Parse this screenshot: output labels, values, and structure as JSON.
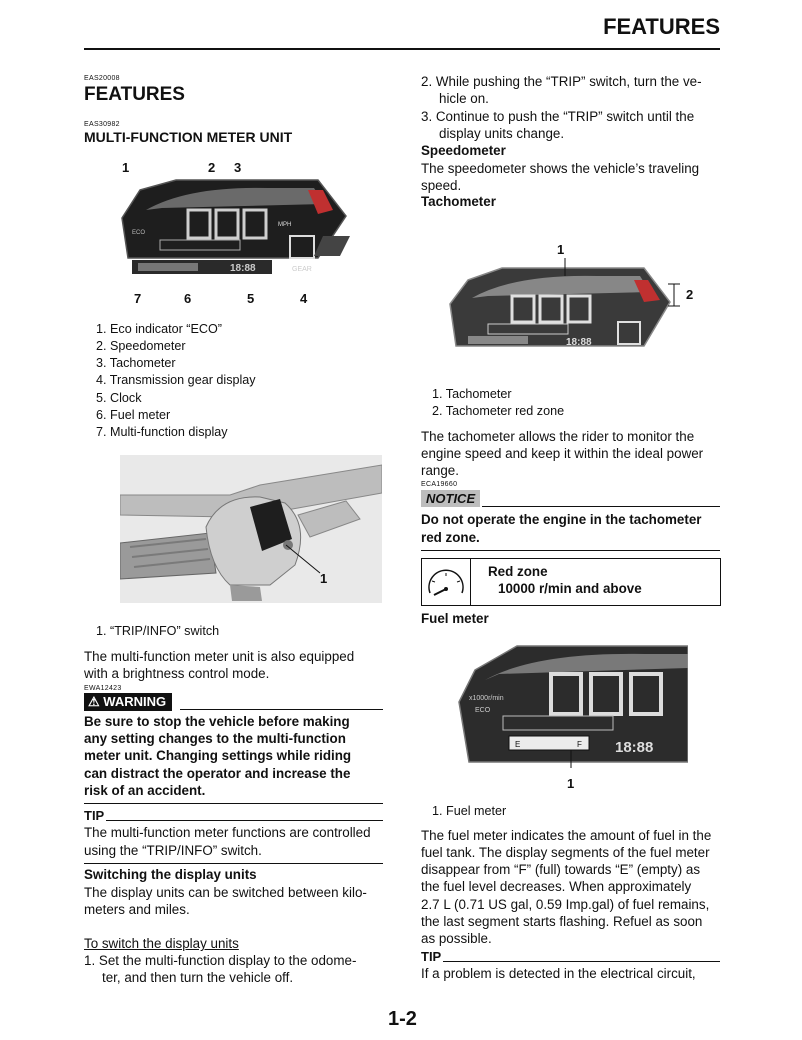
{
  "header": {
    "title": "FEATURES"
  },
  "left": {
    "code1": "EAS20008",
    "title": "FEATURES",
    "code2": "EAS30982",
    "subtitle": "MULTI-FUNCTION METER UNIT",
    "fig1_labels": [
      "1",
      "2",
      "3",
      "7",
      "6",
      "5",
      "4"
    ],
    "legend1": [
      "1.  Eco indicator “ECO”",
      "2.  Speedometer",
      "3.  Tachometer",
      "4.  Transmission gear display",
      "5.  Clock",
      "6.  Fuel meter",
      "7.  Multi-function display"
    ],
    "fig2_label": "1",
    "legend2": "1.  “TRIP/INFO” switch",
    "para1_l1": "The multi-function meter unit is also equipped",
    "para1_l2": "with a brightness control mode.",
    "code3": "EWA12423",
    "warning_label": "WARNING",
    "warning_lines": [
      "Be sure to stop the vehicle before making",
      "any setting changes to the multi-function",
      "meter unit. Changing settings while riding",
      "can distract the operator and increase the",
      "risk of an accident."
    ],
    "tip_label": "TIP",
    "tip_lines": [
      "The multi-function meter functions are controlled",
      "using the “TRIP/INFO” switch."
    ],
    "switching_heading": "Switching the display units",
    "switching_lines": [
      "The display units can be switched between kilo-",
      "meters and miles."
    ],
    "to_switch_heading": "To switch the display units",
    "step1_l1": "1.  Set the multi-function display to the odome-",
    "step1_l2": "ter, and then turn the vehicle off."
  },
  "right": {
    "step2_l1": "2.  While pushing the “TRIP” switch, turn the ve-",
    "step2_l2": "hicle on.",
    "step3_l1": "3.  Continue to push the “TRIP” switch until the",
    "step3_l2": "display units change.",
    "speedometer_heading": "Speedometer",
    "speedometer_lines": [
      "The speedometer shows the vehicle’s traveling",
      "speed."
    ],
    "tachometer_heading": "Tachometer",
    "fig3_labels": [
      "1",
      "2"
    ],
    "legend3": [
      "1.  Tachometer",
      "2.  Tachometer red zone"
    ],
    "tach_lines": [
      "The tachometer allows the rider to monitor the",
      "engine speed and keep it within the ideal power",
      "range."
    ],
    "code4": "ECA19660",
    "notice_label": "NOTICE",
    "notice_lines": [
      "Do not operate the engine in the tachometer",
      "red zone."
    ],
    "redzone_title": "Red zone",
    "redzone_value": "10000 r/min and above",
    "fuel_heading": "Fuel meter",
    "fig4_label": "1",
    "legend4": "1.  Fuel meter",
    "fuel_lines": [
      "The fuel meter indicates the amount of fuel in the",
      "fuel tank. The display segments of the fuel meter",
      "disappear from “F” (full) towards “E” (empty) as",
      "the fuel level decreases. When approximately",
      "2.7 L (0.71 US gal, 0.59 Imp.gal) of fuel remains,",
      "the last segment starts flashing. Refuel as soon",
      "as possible."
    ],
    "tip_label": "TIP",
    "tip_line": "If a problem is detected in the electrical circuit,"
  },
  "footer": {
    "page_number": "1-2"
  }
}
